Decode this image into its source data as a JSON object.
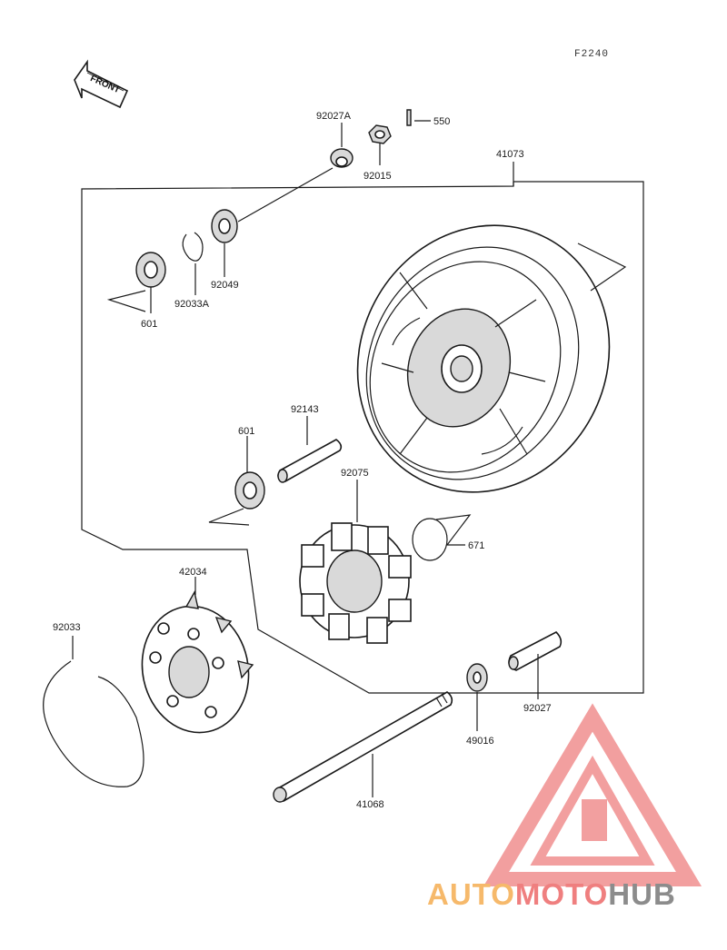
{
  "diagram": {
    "code": "F2240",
    "front_label": "FRONT",
    "parts": [
      {
        "id": "p-92027A",
        "label": "92027A"
      },
      {
        "id": "p-550",
        "label": "550"
      },
      {
        "id": "p-92015",
        "label": "92015"
      },
      {
        "id": "p-41073",
        "label": "41073"
      },
      {
        "id": "p-92049",
        "label": "92049"
      },
      {
        "id": "p-92033A",
        "label": "92033A"
      },
      {
        "id": "p-601a",
        "label": "601"
      },
      {
        "id": "p-92143",
        "label": "92143"
      },
      {
        "id": "p-601b",
        "label": "601"
      },
      {
        "id": "p-92075",
        "label": "92075"
      },
      {
        "id": "p-671",
        "label": "671"
      },
      {
        "id": "p-42034",
        "label": "42034"
      },
      {
        "id": "p-92033",
        "label": "92033"
      },
      {
        "id": "p-92027",
        "label": "92027"
      },
      {
        "id": "p-49016",
        "label": "49016"
      },
      {
        "id": "p-41068",
        "label": "41068"
      }
    ]
  },
  "watermark": {
    "part1": "AUTO",
    "part2": "MOTO",
    "part3": "HUB",
    "colors": {
      "auto": "#f6b96b",
      "moto": "#ef7f7f",
      "hub": "#8c8c8c",
      "triangle": "#f08f8f"
    }
  }
}
